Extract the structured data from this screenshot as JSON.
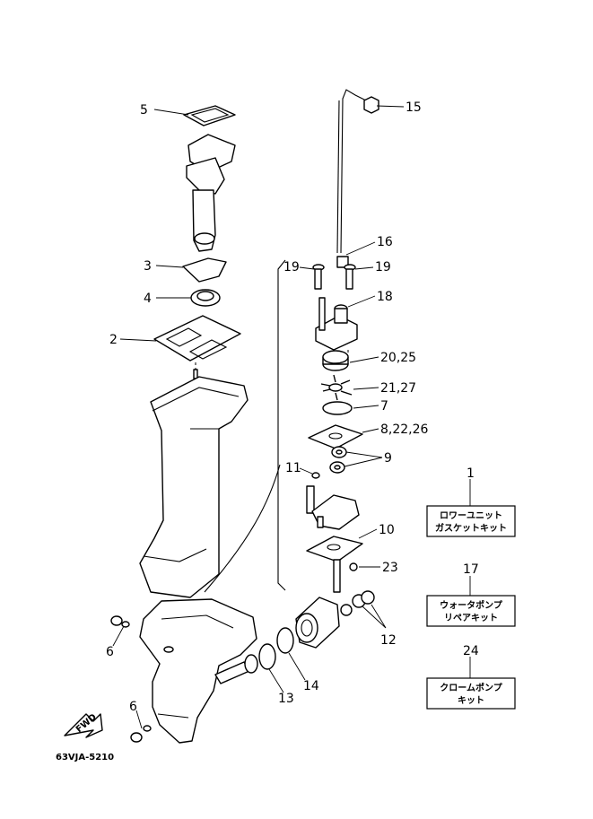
{
  "callouts": {
    "c1": "1",
    "c2": "2",
    "c3": "3",
    "c4": "4",
    "c5": "5",
    "c6a": "6",
    "c6b": "6",
    "c7": "7",
    "c8": "8,22,26",
    "c9": "9",
    "c10": "10",
    "c11": "11",
    "c12": "12",
    "c13": "13",
    "c14": "14",
    "c15": "15",
    "c16": "16",
    "c17": "17",
    "c18": "18",
    "c19a": "19",
    "c19b": "19",
    "c20": "20,25",
    "c21": "21,27",
    "c23": "23",
    "c24": "24"
  },
  "kits": {
    "kit1": {
      "line1": "ロワーユニット",
      "line2": "ガスケットキット"
    },
    "kit17": {
      "line1": "ウォータポンプ",
      "line2": "リペアキット"
    },
    "kit24": {
      "line1": "クロームポンプ",
      "line2": "キット"
    }
  },
  "fwd_label": "FWD",
  "diagram_code": "63VJA-5210"
}
